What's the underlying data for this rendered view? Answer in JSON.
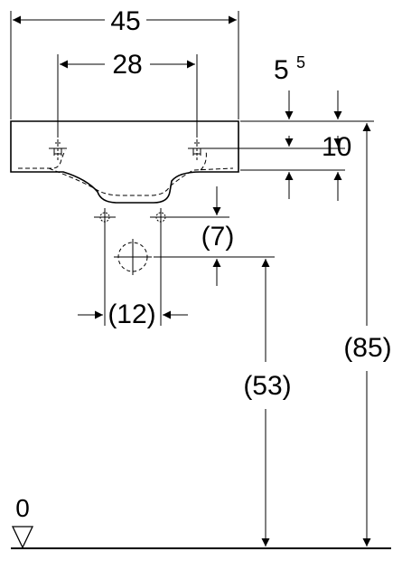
{
  "drawing": {
    "line_color": "#000000",
    "background": "#ffffff",
    "labels": {
      "width_total": "45",
      "hole_spacing": "28",
      "rim_depth_main": "5",
      "rim_depth_sup": "5",
      "tap_hole_height": "10",
      "drain_offset": "(7)",
      "drain_spacing": "(12)",
      "drain_height": "(53)",
      "rim_height": "(85)",
      "floor_level": "0"
    },
    "icons": {
      "tap_holes": "crosshair-icon",
      "drain_holes": "crosshair-icon",
      "waste_outlet": "dashed-circle-crosshair-icon",
      "floor_marker": "triangle-down-icon"
    }
  }
}
